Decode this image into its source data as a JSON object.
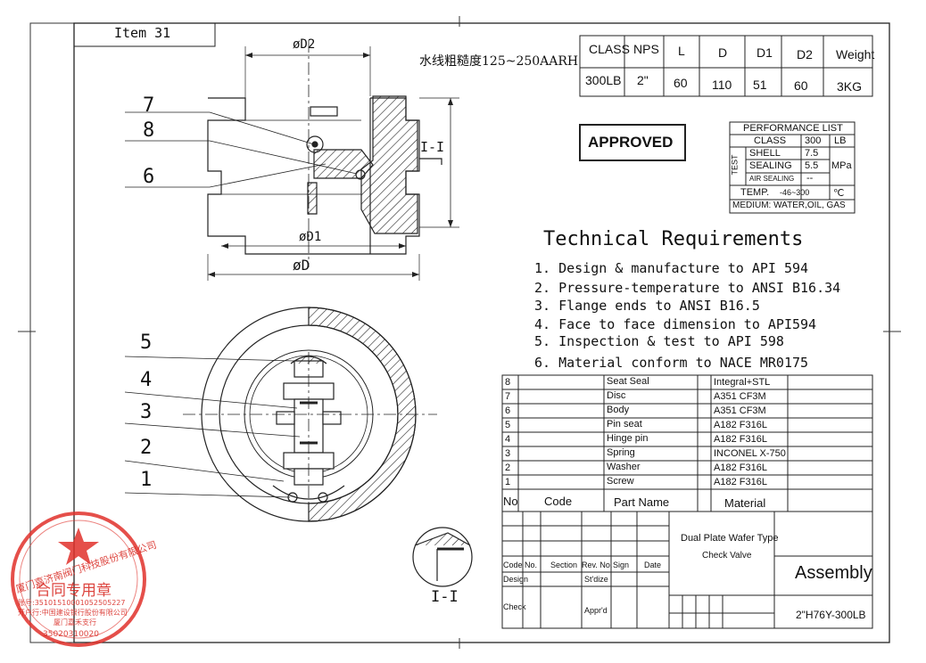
{
  "item_label": "Item 31",
  "roughness_note": "水线粗糙度125~250AARH",
  "dim_table": {
    "headers": [
      "CLASS",
      "NPS",
      "L",
      "D",
      "D1",
      "D2",
      "Weight"
    ],
    "values": [
      "300LB",
      "2\"",
      "60",
      "110",
      "51",
      "60",
      "3KG"
    ]
  },
  "approved_label": "APPROVED",
  "performance": {
    "title": "PERFORMANCE LIST",
    "class_label": "CLASS",
    "class_value": "300",
    "class_unit": "LB",
    "test_label": "TEST",
    "shell_label": "SHELL",
    "shell_value": "7.5",
    "sealing_label": "SEALING",
    "sealing_value": "5.5",
    "pressure_unit": "MPa",
    "air_label": "AIR SEALING",
    "air_value": "--",
    "temp_label": "TEMP.",
    "temp_value": "-46~300",
    "temp_unit": "℃",
    "medium": "MEDIUM: WATER,OIL, GAS"
  },
  "tech_title": "Technical Requirements",
  "tech_items": [
    "1. Design & manufacture to API 594",
    "2. Pressure-temperature to ANSI B16.34",
    "3. Flange ends to ANSI B16.5",
    "4. Face to face dimension to API594",
    "5. Inspection & test to API 598",
    "6. Material conform to NACE MR0175"
  ],
  "parts": [
    {
      "no": "8",
      "name": "Seat Seal",
      "material": "Integral+STL"
    },
    {
      "no": "7",
      "name": "Disc",
      "material": "A351 CF3M"
    },
    {
      "no": "6",
      "name": "Body",
      "material": "A351 CF3M"
    },
    {
      "no": "5",
      "name": "Pin seat",
      "material": "A182 F316L"
    },
    {
      "no": "4",
      "name": "Hinge pin",
      "material": "A182 F316L"
    },
    {
      "no": "3",
      "name": "Spring",
      "material": "INCONEL X-750"
    },
    {
      "no": "2",
      "name": "Washer",
      "material": "A182 F316L"
    },
    {
      "no": "1",
      "name": "Screw",
      "material": "A182 F316L"
    }
  ],
  "parts_header": {
    "no": "No",
    "code": "Code",
    "name": "Part Name",
    "material": "Material"
  },
  "title_block": {
    "valve_type": "Dual Plate Wafer Type",
    "valve_sub": "Check Valve",
    "assembly": "Assembly",
    "model": "2\"H76Y-300LB",
    "code_label": "Code",
    "no_label": "No.",
    "section_label": "Section",
    "revno_label": "Rev. No.",
    "sign_label": "Sign",
    "date_label": "Date",
    "design_label": "Design",
    "stdize_label": "St'dize",
    "check_label": "Check",
    "apprd_label": "Appr'd"
  },
  "drawing_labels": {
    "d2": "øD2",
    "d1": "øD1",
    "d": "øD",
    "section_mark": "I-I",
    "detail_label": "I-I",
    "callouts": [
      "7",
      "8",
      "6",
      "5",
      "4",
      "3",
      "2",
      "1"
    ]
  },
  "stamp": {
    "name": "厦门嘉济南阀门科技股份有限公司",
    "special": "合同专用章",
    "account": "账号:35101510001052505227",
    "bank": "开户行:中国建设银行股份有限公司",
    "branch": "厦门嘉禾支行",
    "serial": "35020310020"
  }
}
